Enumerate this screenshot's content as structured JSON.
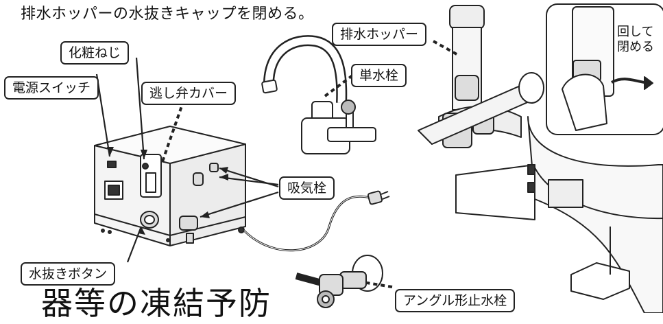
{
  "heading": "排水ホッパーの水抜きキャップを閉める。",
  "bottom_heading": "器等の凍結予防",
  "labels": {
    "hopper": "排水ホッパー",
    "screw": "化粧ねじ",
    "faucet": "単水栓",
    "power_switch": "電源スイッチ",
    "relief_cover": "逃し弁カバー",
    "intake": "吸気栓",
    "drain_button": "水抜きボタン",
    "angle_valve": "アングル形止水栓"
  },
  "inset": {
    "line1": "回して",
    "line2": "閉める"
  }
}
